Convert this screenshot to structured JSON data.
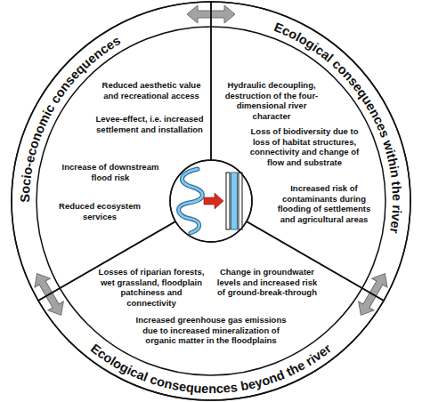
{
  "diagram": {
    "nodes": [
      {
        "text": [
          "Socio-economic consequences",
          "Reduced aesthetic value and recreational access",
          "Levee-effect, i.e. increased settlement and installation",
          "Increase of downstream flood risk",
          "Reduced ecosystem services"
        ]
      },
      {
        "text": [
          "Ecological consequences within the river",
          "Hydraulic decoupling, destruction of the four-dimensional river character",
          "Loss of biodiversity due to loss of habitat structures, connectivity and change of flow and substrate",
          "Increased risk of contaminants during flooding of settlements and agricultural areas"
        ]
      },
      {
        "text": [
          "Ecological consequences beyond the river",
          "Losses of riparian forests, wet grassland, floodplain patchiness and connectivity",
          "Change in groundwater levels and increased risk of ground-break-through",
          "Increased greenhouse gas emissions due to increased mineralization of organic matter in the floodplains"
        ]
      }
    ],
    "edges": [
      {
        "from": 0,
        "to": 1,
        "arrow": "both"
      },
      {
        "from": 1,
        "to": 2,
        "arrow": "both"
      },
      {
        "from": 2,
        "to": 0,
        "arrow": "both"
      }
    ]
  }
}
